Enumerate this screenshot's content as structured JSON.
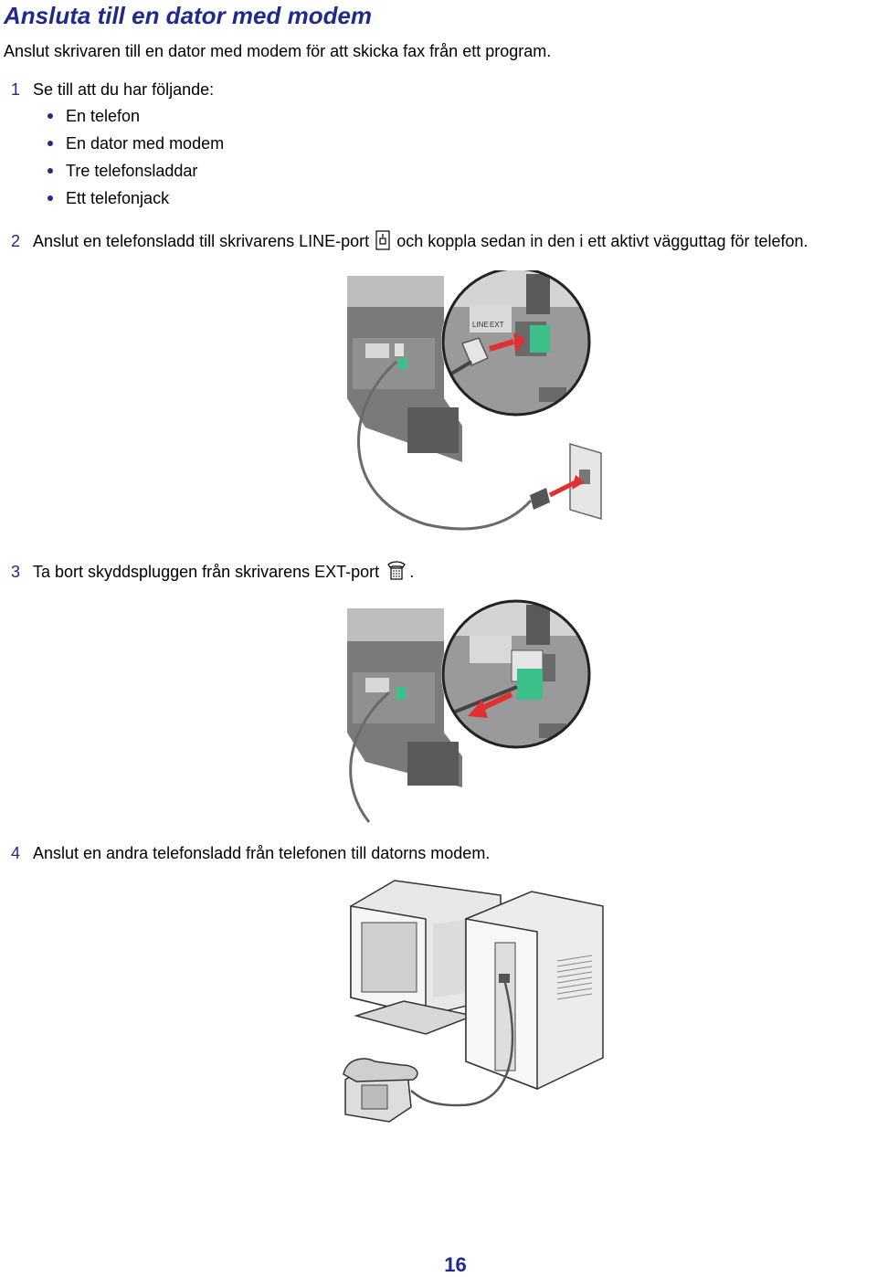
{
  "page": {
    "title": "Ansluta till en dator med modem",
    "intro": "Anslut skrivaren till en dator med modem för att skicka fax från ett program.",
    "page_number": "16"
  },
  "steps": [
    {
      "num": "1",
      "text": "Se till att du har följande:"
    },
    {
      "num": "2",
      "text_before": "Anslut en telefonsladd till skrivarens LINE-port",
      "text_after": "och koppla sedan in den i ett aktivt vägguttag för telefon."
    },
    {
      "num": "3",
      "text_before": "Ta bort skyddspluggen från skrivarens EXT-port",
      "text_after": "."
    },
    {
      "num": "4",
      "text": "Anslut en andra telefonsladd från telefonen till datorns modem."
    }
  ],
  "requirements": [
    "En telefon",
    "En dator med modem",
    "Tre telefonsladdar",
    "Ett telefonjack"
  ],
  "figure_labels": {
    "line": "LINE",
    "ext": "EXT"
  },
  "colors": {
    "accent": "#1f2a8a",
    "plug_green": "#3dbf8a",
    "arrow_red": "#e03030"
  },
  "icons": {
    "line_port": "line-port-icon",
    "ext_port": "ext-port-icon"
  }
}
